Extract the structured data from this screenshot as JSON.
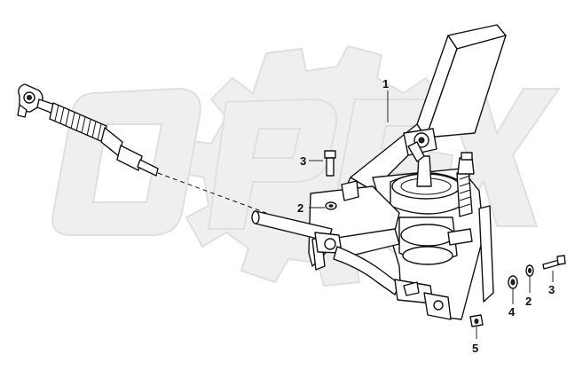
{
  "diagram": {
    "callouts": [
      {
        "id": "c1",
        "label": "1"
      },
      {
        "id": "c2a",
        "label": "2"
      },
      {
        "id": "c3a",
        "label": "3"
      },
      {
        "id": "c4",
        "label": "4"
      },
      {
        "id": "c2b",
        "label": "2"
      },
      {
        "id": "c3b",
        "label": "3"
      },
      {
        "id": "c5",
        "label": "5"
      }
    ]
  }
}
